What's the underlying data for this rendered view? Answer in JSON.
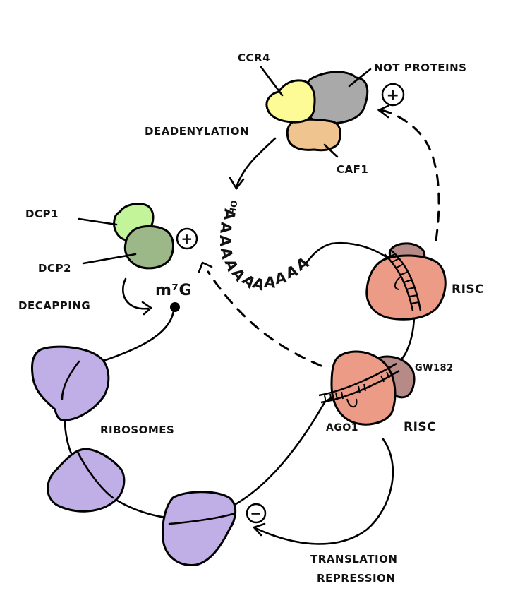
{
  "colors": {
    "ccr4": "#fdfb96",
    "not_proteins": "#a9a9a9",
    "caf1": "#f0c48e",
    "dcp1": "#c4f49a",
    "dcp2": "#9cb889",
    "risc": "#ec9c86",
    "gw182": "#b68a86",
    "ribosome": "#c0aee6",
    "ink": "#000000"
  },
  "labels": {
    "ccr4": "CCR4",
    "not_proteins": "NOT PROTEINS",
    "caf1": "CAF1",
    "deadenylation": "DEADENYLATION",
    "dcp1": "DCP1",
    "dcp2": "DCP2",
    "decapping": "DECAPPING",
    "cap": "m⁷G",
    "oh": "OH",
    "risc_top": "RISC",
    "risc_bottom": "RISC",
    "gw182": "GW182",
    "ago1": "AGO1",
    "ribosomes": "RIBOSOMES",
    "translation": "TRANSLATION",
    "repression": "REPRESSION"
  },
  "signs": {
    "plus_top": "+",
    "plus_dcp": "+",
    "minus_translation": "−"
  },
  "poly_a_tail": [
    "A",
    "A",
    "A",
    "A",
    "A",
    "A",
    "A",
    "A",
    "A",
    "A",
    "A",
    "A"
  ]
}
